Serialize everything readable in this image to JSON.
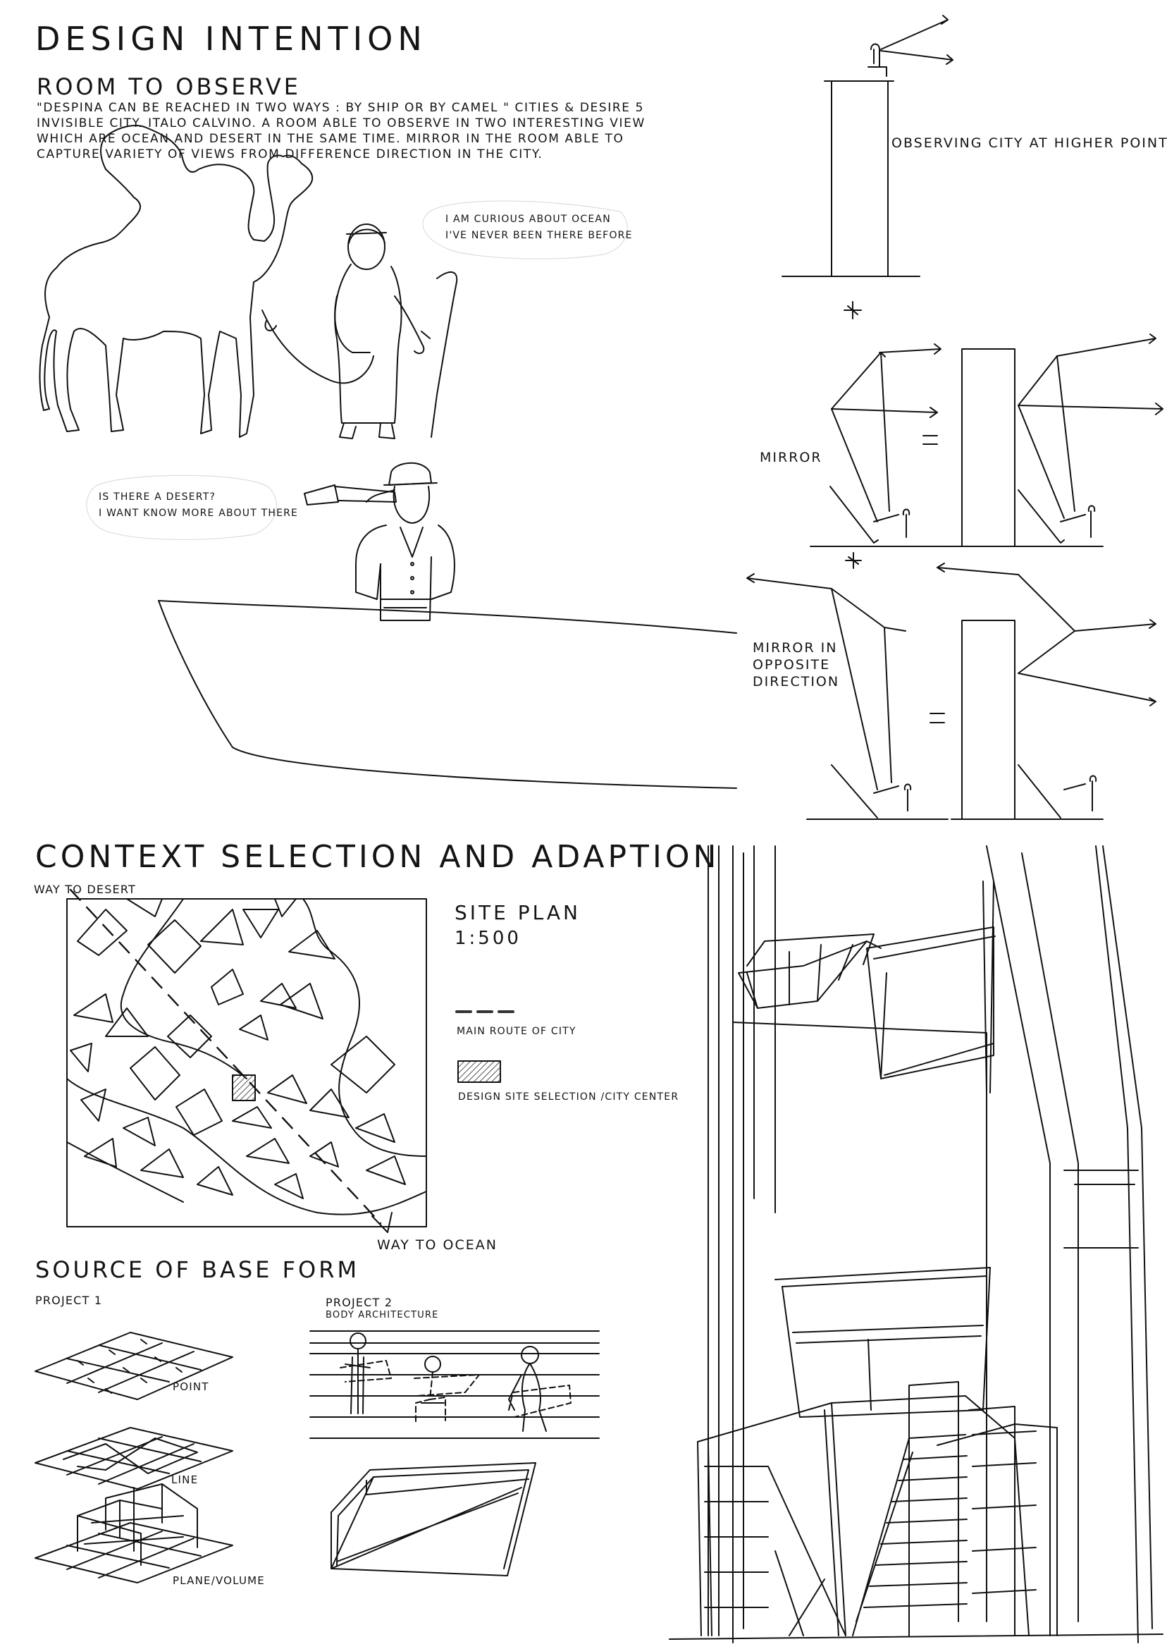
{
  "title": "DESIGN INTENTION",
  "room": {
    "heading": "ROOM TO OBSERVE",
    "lines": [
      "\"DESPINA CAN BE REACHED IN TWO WAYS : BY SHIP OR BY CAMEL \" CITIES & DESIRE 5",
      "INVISIBLE CITY. ITALO CALVINO. A ROOM ABLE TO OBSERVE IN TWO INTERESTING VIEW",
      "WHICH ARE OCEAN AND DESERT IN THE SAME TIME. MIRROR IN THE ROOM ABLE TO",
      "CAPTURE VARIETY OF VIEWS FROM DIFFERENCE DIRECTION IN THE CITY."
    ]
  },
  "camel_speech": [
    "I AM CURIOUS ABOUT OCEAN",
    "I'VE NEVER BEEN THERE BEFORE"
  ],
  "sailor_speech": [
    "IS THERE A DESERT?",
    "I WANT KNOW MORE ABOUT THERE"
  ],
  "diagrams": {
    "observe_label": "OBSERVING CITY AT HIGHER POINT",
    "mirror_label": "MIRROR",
    "opposite_label": [
      "MIRROR IN",
      "OPPOSITE",
      "DIRECTION"
    ]
  },
  "context": {
    "heading": "CONTEXT SELECTION AND ADAPTION",
    "way_to_desert": "WAY TO DESERT",
    "way_to_ocean": "WAY TO OCEAN",
    "site_plan_title": "SITE PLAN",
    "site_plan_scale": "1:500",
    "legend_route": "MAIN ROUTE OF CITY",
    "legend_site": "DESIGN SITE SELECTION /CITY CENTER"
  },
  "base_form": {
    "heading": "SOURCE OF BASE FORM",
    "project1": "PROJECT 1",
    "point": "POINT",
    "line": "LINE",
    "plane": "PLANE/VOLUME",
    "project2": "PROJECT 2",
    "project2_sub": "BODY ARCHITECTURE"
  }
}
